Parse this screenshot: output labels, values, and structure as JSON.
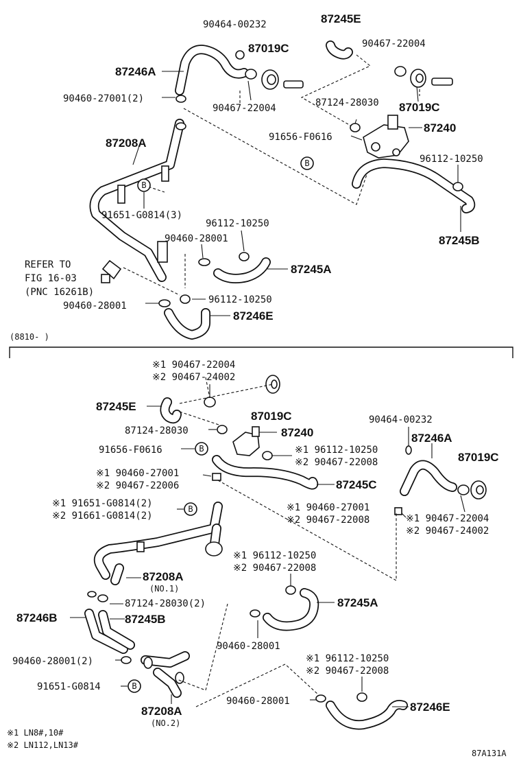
{
  "upper": {
    "labels": {
      "p90464_00232": "90464-00232",
      "p87245E": "87245E",
      "p87019C_a": "87019C",
      "p90467_22004_a": "90467-22004",
      "p87246A": "87246A",
      "p90460_27001": "90460-27001(2)",
      "p90467_22004_b": "90467-22004",
      "p87124_28030": "87124-28030",
      "p87019C_b": "87019C",
      "p87240": "87240",
      "p87208A": "87208A",
      "p91656_F0616": "91656-F0616",
      "p96112_10250_a": "96112-10250",
      "p91651_G0814": "91651-G0814(3)",
      "p87245B": "87245B",
      "p96112_10250_b": "96112-10250",
      "p90460_28001_a": "90460-28001",
      "p87245A": "87245A",
      "refer_1": "REFER TO",
      "refer_2": "FIG 16-03",
      "refer_3": "(PNC 16261B)",
      "p90460_28001_b": "90460-28001",
      "p96112_10250_c": "96112-10250",
      "p87246E": "87246E",
      "bolt_b_1": "B",
      "bolt_b_2": "B"
    }
  },
  "divider": {
    "date_range": "(8810-      )"
  },
  "lower": {
    "labels": {
      "l1_90467_22004": "※1 90467-22004",
      "l2_90467_24002": "※2 90467-24002",
      "p87245E": "87245E",
      "p87019C_a": "87019C",
      "p87124_28030": "87124-28030",
      "p87240": "87240",
      "p90464_00232": "90464-00232",
      "p87246A": "87246A",
      "p91656_F0616": "91656-F0616",
      "l1_96112_10250_a": "※1 96112-10250",
      "l2_90467_22008_a": "※2 90467-22008",
      "p87019C_b": "87019C",
      "l1_90460_27001_a": "※1 90460-27001",
      "l2_90467_22006": "※2 90467-22006",
      "p87245C": "87245C",
      "l1_91651_G0814": "※1 91651-G0814(2)",
      "l2_91661_G0814": "※2 91661-G0814(2)",
      "l1_90460_27001_b": "※1 90460-27001",
      "l2_90467_22008_b": "※2 90467-22008",
      "r1_90467_22004": "※1 90467-22004",
      "r2_90467_24002": "※2 90467-24002",
      "l1_96112_10250_b": "※1 96112-10250",
      "l2_90467_22008_c": "※2 90467-22008",
      "p87208A_1": "87208A",
      "no1": "(NO.1)",
      "p87124_28030_2": "87124-28030(2)",
      "p87245A": "87245A",
      "p87246B": "87246B",
      "p87245B": "87245B",
      "p90460_28001_a": "90460-28001",
      "p90460_28001_b": "90460-28001(2)",
      "l1_96112_10250_c": "※1 96112-10250",
      "l2_90467_22008_d": "※2 90467-22008",
      "p91651_G0814": "91651-G0814",
      "p90460_28001_c": "90460-28001",
      "p87246E": "87246E",
      "p87208A_2": "87208A",
      "no2": "(NO.2)",
      "bolt_b_1": "B",
      "bolt_b_2": "B",
      "bolt_b_3": "B"
    }
  },
  "footnotes": {
    "n1": "※1 LN8#,10#",
    "n2": "※2 LN112,LN13#"
  },
  "figure_code": "87A131A"
}
